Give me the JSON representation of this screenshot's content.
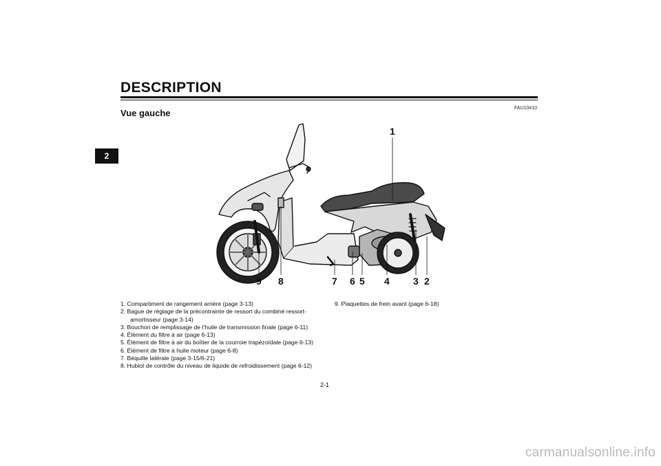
{
  "page": {
    "title": "DESCRIPTION",
    "chapter_tab": "2",
    "ref_code": "FAU10410",
    "section_heading": "Vue gauche",
    "page_number": "2-1",
    "watermark": "carmanualsonline.info"
  },
  "illustration": {
    "subject": "scooter-left-side-view",
    "callouts": [
      "1",
      "9",
      "8",
      "7",
      "6",
      "5",
      "4",
      "3",
      "2"
    ]
  },
  "parts_list": [
    "1. Compartiment de rangement arrière (page 3-13)",
    "2. Bague de réglage de la précontrainte de ressort du combiné ressort-amortisseur (page 3-14)",
    "3. Bouchon de remplissage de l’huile de transmission finale (page 6-11)",
    "4. Élément du filtre à air (page 6-13)",
    "5. Élément de filtre à air du boîtier de la courroie trapézoïdale (page 6-13)",
    "6. Élément de filtre à huile moteur (page 6-8)",
    "7. Béquille latérale (page 3-15/6-21)",
    "8. Hublot de contrôle du niveau de liquide de refroidissement (page 6-12)",
    "9. Plaquettes de frein avant (page 6-18)"
  ]
}
